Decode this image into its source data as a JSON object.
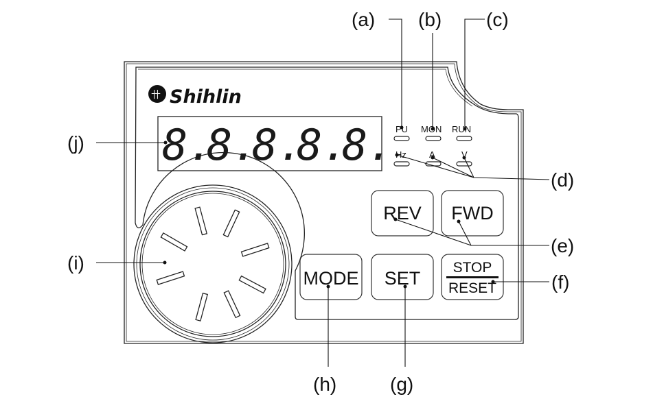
{
  "brand": "Shihlin",
  "display": {
    "digits": [
      "8.",
      "8.",
      "8.",
      "8.",
      "8."
    ]
  },
  "indicators": {
    "top": [
      "PU",
      "MON",
      "RUN"
    ],
    "bottom": [
      "Hz",
      "A",
      "V"
    ]
  },
  "keys": {
    "rev": "REV",
    "fwd": "FWD",
    "mode": "MODE",
    "set": "SET",
    "stop": "STOP",
    "reset": "RESET"
  },
  "callouts": {
    "a": "(a)",
    "b": "(b)",
    "c": "(c)",
    "d": "(d)",
    "e": "(e)",
    "f": "(f)",
    "g": "(g)",
    "h": "(h)",
    "i": "(i)",
    "j": "(j)"
  }
}
